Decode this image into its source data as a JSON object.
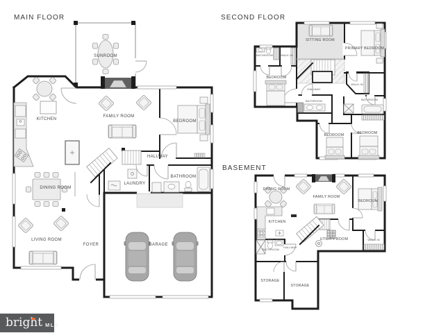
{
  "image": {
    "type": "real-estate-floor-plan",
    "background": "#ffffff"
  },
  "watermark": {
    "brand": "bright",
    "suffix": "MLS",
    "bg": "#58595b",
    "text_color": "#f5f5f5",
    "accent_color": "#e8672e"
  },
  "colors": {
    "wall": "#1d1d1d",
    "label": "#474747",
    "furniture_fill": "#ececec",
    "furniture_stroke": "#9b9b9b",
    "shaded_floor": "#e4e4e4",
    "car_body": "#a7a7a7"
  },
  "floors": [
    {
      "title": "MAIN FLOOR",
      "rooms": [
        {
          "name": "sunroom",
          "label": "SUNROOM"
        },
        {
          "name": "kitchen",
          "label": "KITCHEN"
        },
        {
          "name": "family-room",
          "label": "FAMILY ROOM"
        },
        {
          "name": "bedroom",
          "label": "BEDROOM"
        },
        {
          "name": "hallway",
          "label": "HALLWAY"
        },
        {
          "name": "laundry",
          "label": "LAUNDRY"
        },
        {
          "name": "bathroom",
          "label": "BATHROOM"
        },
        {
          "name": "dining-room",
          "label": "DINING ROOM"
        },
        {
          "name": "living-room",
          "label": "LIVING ROOM"
        },
        {
          "name": "foyer",
          "label": "FOYER"
        },
        {
          "name": "garage",
          "label": "GARAGE"
        }
      ]
    },
    {
      "title": "SECOND FLOOR",
      "rooms": [
        {
          "name": "sitting-room",
          "label": "SITTING ROOM"
        },
        {
          "name": "primary-bedroom",
          "label": "PRIMARY BEDROOM"
        },
        {
          "name": "bathroom-upper-left",
          "label": "BATHROOM"
        },
        {
          "name": "walk-in-left",
          "label": "WALK-IN"
        },
        {
          "name": "bedroom-left",
          "label": "BEDROOM"
        },
        {
          "name": "hallway",
          "label": "HALLWAY"
        },
        {
          "name": "walk-in-right",
          "label": "WALK-IN"
        },
        {
          "name": "bathroom-center",
          "label": "BATHROOM"
        },
        {
          "name": "bathroom-right",
          "label": "BATHROOM"
        },
        {
          "name": "bedroom-bottom-center",
          "label": "BEDROOM"
        },
        {
          "name": "bedroom-bottom-right",
          "label": "BEDROOM"
        }
      ]
    },
    {
      "title": "BASEMENT",
      "rooms": [
        {
          "name": "dining-room",
          "label": "DINING ROOM"
        },
        {
          "name": "family-room",
          "label": "FAMILY ROOM"
        },
        {
          "name": "bedroom",
          "label": "BEDROOM"
        },
        {
          "name": "kitchen",
          "label": "KITCHEN"
        },
        {
          "name": "utility-room",
          "label": "UTILITY ROOM"
        },
        {
          "name": "walk-in",
          "label": "WALK-IN"
        },
        {
          "name": "bathroom",
          "label": "BATHROOM"
        },
        {
          "name": "hallway",
          "label": "HALLWAY"
        },
        {
          "name": "storage-1",
          "label": "STORAGE"
        },
        {
          "name": "storage-2",
          "label": "STORAGE"
        }
      ]
    }
  ]
}
